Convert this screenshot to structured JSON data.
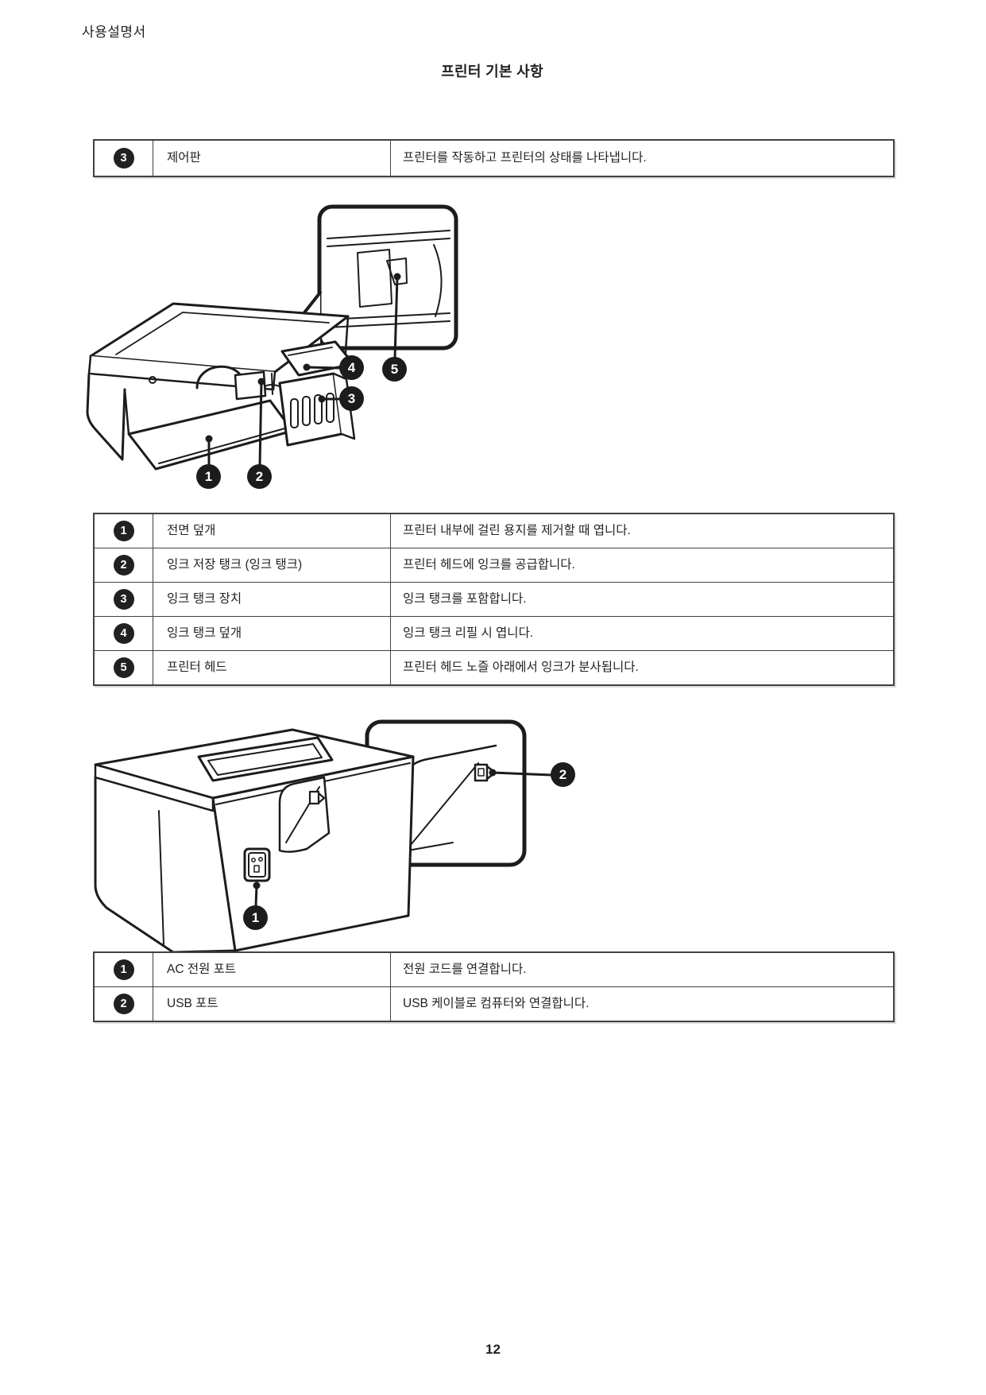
{
  "page": {
    "header_label": "사용설명서",
    "section_title": "프린터 기본 사항",
    "page_number": "12"
  },
  "colors": {
    "text": "#231f20",
    "table_border": "#414042",
    "badge_background": "#222021",
    "badge_text": "#ffffff",
    "line_art": "#1c1c1c",
    "paper": "#ffffff"
  },
  "tables": {
    "control_panel": {
      "rows": [
        {
          "num": "3",
          "label": "제어판",
          "description": "프린터를 작동하고 프린터의 상태를 나타냅니다."
        }
      ]
    },
    "front_parts": {
      "rows": [
        {
          "num": "1",
          "label": "전면 덮개",
          "description": "프린터 내부에 걸린 용지를 제거할 때 엽니다."
        },
        {
          "num": "2",
          "label": "잉크 저장 탱크 (잉크 탱크)",
          "description": "프린터 헤드에 잉크를 공급합니다."
        },
        {
          "num": "3",
          "label": "잉크 탱크 장치",
          "description": "잉크 탱크를 포함합니다."
        },
        {
          "num": "4",
          "label": "잉크 탱크 덮개",
          "description": "잉크 탱크 리필 시 엽니다."
        },
        {
          "num": "5",
          "label": "프린터 헤드",
          "description": "프린터 헤드 노즐 아래에서 잉크가 분사됩니다."
        }
      ]
    },
    "rear_ports": {
      "rows": [
        {
          "num": "1",
          "label": "AC 전원 포트",
          "description": "전원 코드를 연결합니다."
        },
        {
          "num": "2",
          "label": "USB 포트",
          "description": "USB 케이블로 컴퓨터와 연결합니다."
        }
      ]
    }
  },
  "diagrams": {
    "front_view": {
      "description": "printer-front-open-cover-with-ink-tank-and-printhead-inset",
      "callouts": [
        "1",
        "2",
        "3",
        "4",
        "5"
      ]
    },
    "rear_view": {
      "description": "printer-rear-with-ac-port-and-usb-port-inset",
      "callouts": [
        "1",
        "2"
      ]
    }
  }
}
